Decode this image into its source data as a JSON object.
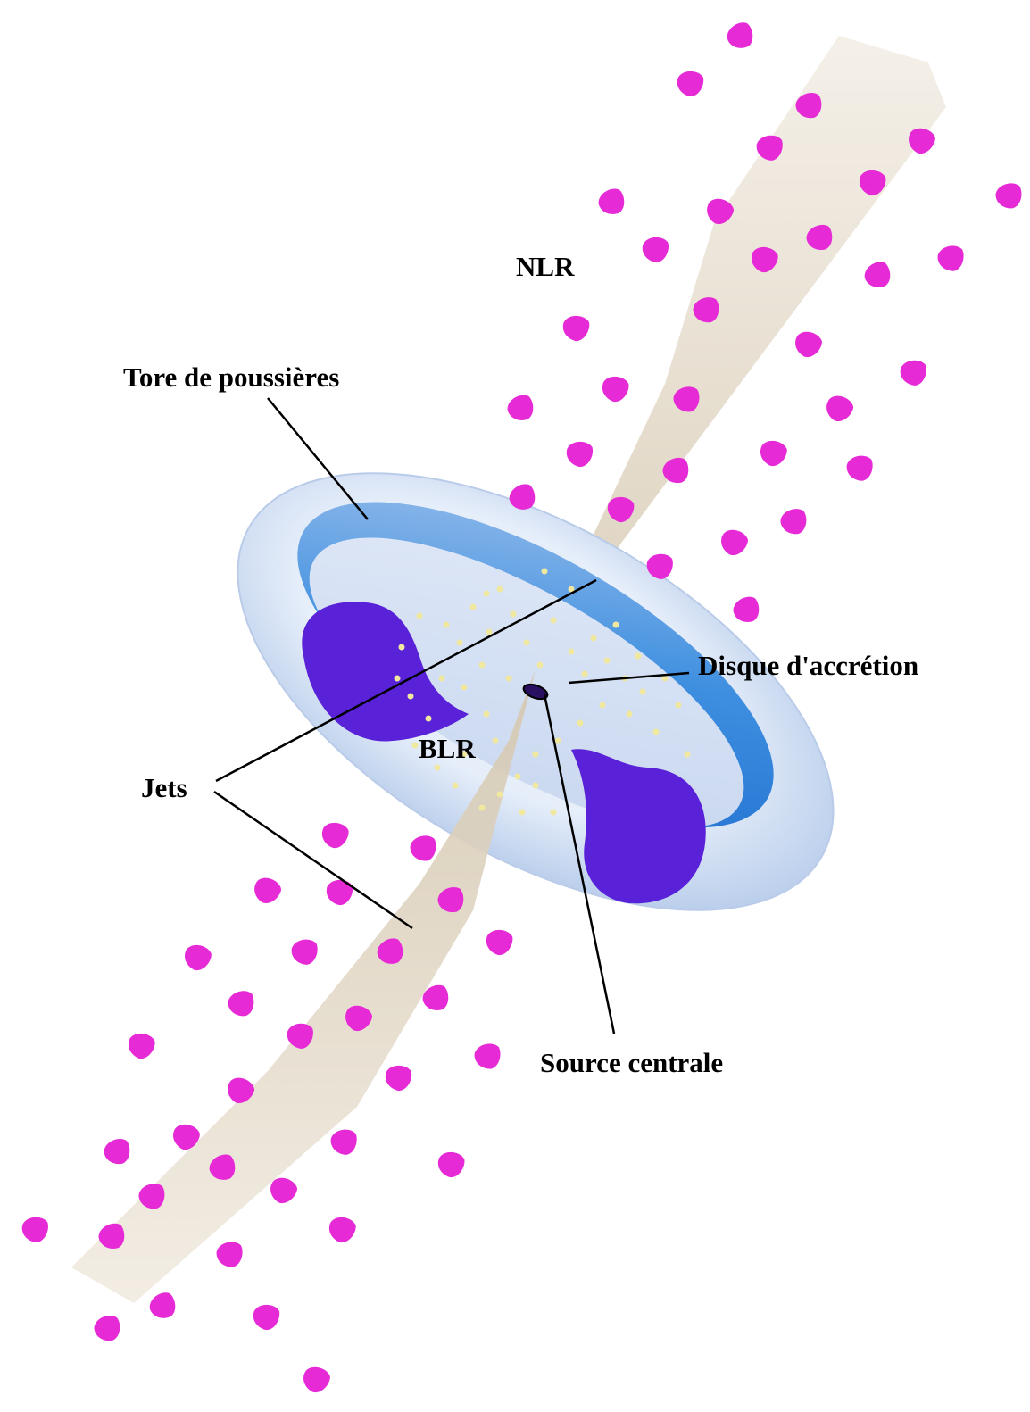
{
  "labels": {
    "nlr": "NLR",
    "torus": "Tore de poussières",
    "disk": "Disque d'accrétion",
    "blr": "BLR",
    "jets": "Jets",
    "source": "Source centrale"
  },
  "colors": {
    "background": "#ffffff",
    "nlr_clouds": "#e62bd6",
    "blr_clouds": "#f1e8a0",
    "jet": "#e6ddd0",
    "torus_outer": "#c8d8f0",
    "torus_inner": "#3b88d8",
    "torus_section": "#5a22d8",
    "leader_lines": "#000000"
  },
  "icons": {
    "nlr_cloud": "magenta-cloud-icon",
    "blr_cloud": "yellow-dot-icon",
    "central_source": "black-hole-icon"
  }
}
